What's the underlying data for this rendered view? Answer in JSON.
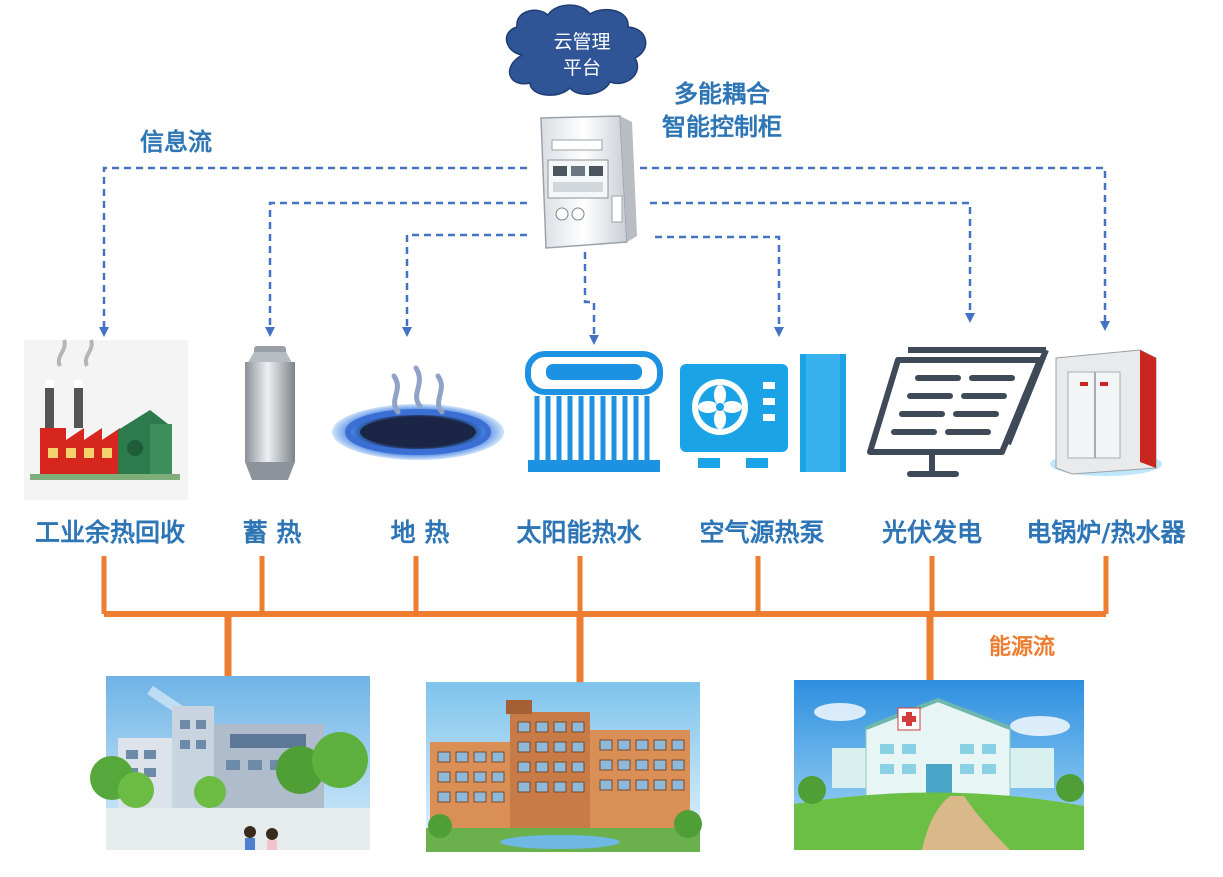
{
  "cloud": {
    "line1": "云管理",
    "line2": "平台"
  },
  "controller": {
    "line1": "多能耦合",
    "line2": "智能控制柜"
  },
  "info_flow_label": "信息流",
  "energy_flow_label": "能源流",
  "sources": [
    {
      "key": "industrial",
      "label": "工业余热回收"
    },
    {
      "key": "storage",
      "label": "蓄 热"
    },
    {
      "key": "geothermal",
      "label": "地 热"
    },
    {
      "key": "solar-water",
      "label": "太阳能热水"
    },
    {
      "key": "heat-pump",
      "label": "空气源热泵"
    },
    {
      "key": "pv",
      "label": "光伏发电"
    },
    {
      "key": "boiler",
      "label": "电锅炉/热水器"
    }
  ],
  "colors": {
    "info_blue": "#4472C4",
    "label_blue": "#2E75B6",
    "energy_orange": "#ED7D31",
    "cloud_blue": "#2F5597"
  }
}
